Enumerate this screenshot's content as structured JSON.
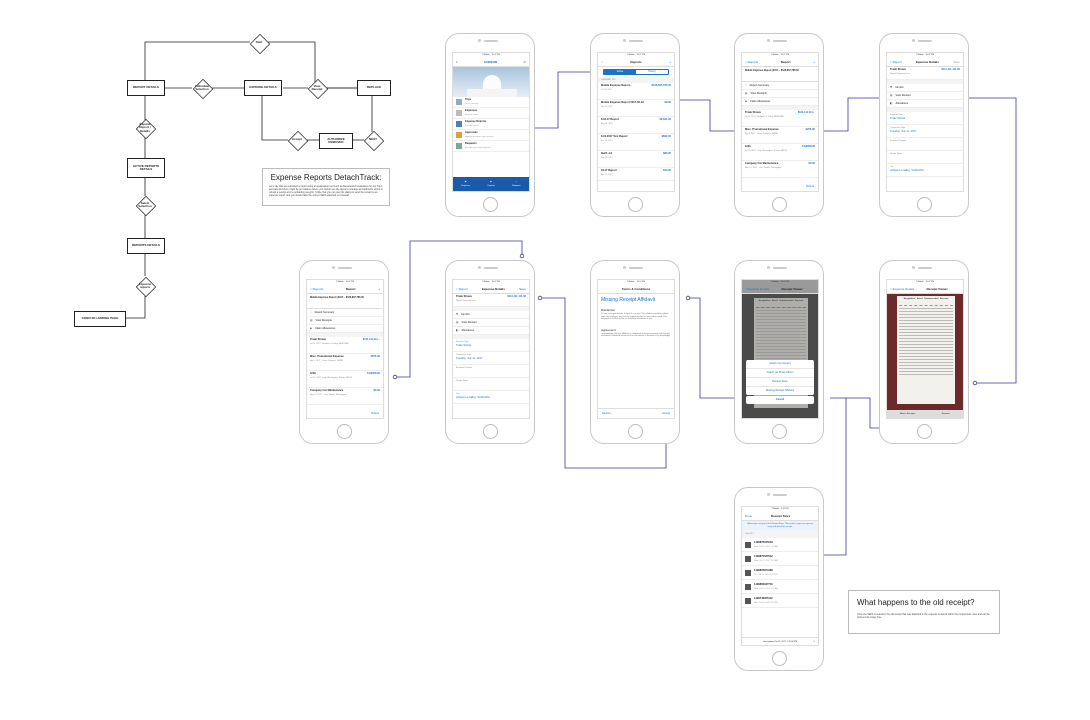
{
  "flowchart": {
    "nodes": {
      "start": "Start",
      "report_details": "REPORT DETAILS",
      "individual_selection": "Individual Selection",
      "expense_details": "EXPENSE DETAILS",
      "view_receipt": "View Receipt",
      "replace": "REPLACE",
      "accept": "Accept",
      "authorize_removed": "AUTHORIZE REMOVED",
      "next": "NEXT",
      "expand_report": "Expand Report / Details",
      "active_reports": "ACTIVE REPORTS DETAILS",
      "select_selection": "Select Selection",
      "reports_details": "REPORTS DETAILS",
      "expense_reports_q": "Expense reports",
      "concur_landing": "CONCUR LANDING PAGE"
    }
  },
  "note_main": {
    "title": "Expense Reports DetachTrack:",
    "body": "Let's say that we submitted a report using an automation tool such as Alexa/search assistance for our Trip's accruals and there might be an instance where you cannot see the Alexa to manage and authorize whom to upload a receipt and re-uploading receipts. I'd like that you can use this dialog to send the receipt to an expense report, and you should take the correct SEFA attached to it instead."
  },
  "note_old": {
    "title": "What happens to the old receipt?",
    "body": "Once the SEFA is selected, the old receipt that was attached to the expense is stored within the receipt store view and can be retrieved at a later time."
  },
  "status": {
    "carrier": "T-Mobile",
    "time": "10:07 PM",
    "time2": "4:32 PM"
  },
  "home": {
    "logo": "CONCUR",
    "items": [
      {
        "title": "Trips",
        "sub": "Plan a new trip"
      },
      {
        "title": "Expenses",
        "sub": "Expense items"
      },
      {
        "title": "Expense Reports",
        "sub": "5 active reports"
      },
      {
        "title": "Approvals",
        "sub": "Approve expense, trips, invoices"
      },
      {
        "title": "Requests",
        "sub": "Manage your travel requests"
      }
    ],
    "tabs": [
      "Expense",
      "Capture",
      "Request"
    ]
  },
  "reports": {
    "back": "<",
    "title": "Reports",
    "add": "+",
    "seg": [
      "Active",
      "History"
    ],
    "section": "UNSUBMITTED",
    "list": [
      {
        "name": "Mobile Expense Report...",
        "amount": "$126,837,785.00",
        "date": "Jul 20, 2017"
      },
      {
        "name": "Mobile Expense Report 2017-06-12",
        "amount": "$0.00",
        "date": "Jun 12, 2017"
      },
      {
        "name": "8.31.17 Report",
        "amount": "$2,831.00",
        "date": "Aug 31, 2017"
      },
      {
        "name": "6.16.2017 Test Report",
        "amount": "$862.00",
        "date": "Jun 16, 2017"
      },
      {
        "name": "Burfl..1.0",
        "amount": "$86.00",
        "date": "Jun 20, 2017"
      },
      {
        "name": "04.17 Report",
        "amount": "$43.00",
        "date": "Apr 17, 2017"
      }
    ]
  },
  "report": {
    "back": "Reports",
    "title": "Report",
    "add": "+",
    "header": "Mobile Expense Report (2017... $126,837,785.00",
    "actions": [
      "Report Summary",
      "View Receipts",
      "Claim Allowances"
    ],
    "expenses": [
      {
        "name": "Trade Shows",
        "amount": "$111,111,111...",
        "sub": "Jul 11, 2017 · Antiquo Lu Valley, SASCHRA"
      },
      {
        "name": "Misc. Promotional Expense",
        "amount": "€255.00",
        "sub": "Apr 3, 2017 · Viena, Fallsona, SPAIN"
      },
      {
        "name": "Gifts",
        "amount": "CA$508.00",
        "sub": "Jul 14, 2017 · Italy, Washington, Ruesta SINCE"
      },
      {
        "name": "Company Car Maintenance",
        "amount": "$0.00",
        "sub": "May 12, 2017 · Usa, Seattle, Washington"
      }
    ],
    "submit": "Submit"
  },
  "expense": {
    "back": "Report",
    "title": "Expense Details",
    "save": "Save",
    "name": "Trade Shows",
    "amount": "$111,111,111.00",
    "sub": "Report Summary Date",
    "actions": [
      "Itemize",
      "View Receipt",
      "Allocations"
    ],
    "fields": [
      {
        "label": "Expense Type",
        "value": "Trade Shows"
      },
      {
        "label": "Transaction Date",
        "value": "Tuesday, July 11, 2017"
      },
      {
        "label": "Business Purpose",
        "value": ""
      },
      {
        "label": "Vendor Name",
        "value": ""
      },
      {
        "label": "City",
        "value": "Antiquo La Valley, SASCHRA"
      }
    ]
  },
  "terms": {
    "top": "Terms & Conditions",
    "heading": "Missing Receipt Affidavit",
    "disclaimer_h": "Disclaimer",
    "disclaimer": "1) I am not requesting for a copy of a receipt. This affidavit should be added when the employee has lost the original receipt or it was not received. The employee is asserting that the following information is true.",
    "agreement_h": "Agreement",
    "agreement": "I acknowledge that this affidavit is a legitimate business expense and that any statements contained herein are true and correct to the best of my knowledge.",
    "decline": "Decline",
    "accept": "Accept"
  },
  "viewer": {
    "back": "Expense Details",
    "title": "Receipt Viewer",
    "receipt": "Bergdoktor Hotel Schweizerhof Giessen",
    "sheet": [
      "Attach via Camera",
      "Attach via Photo Album",
      "Receipt Store",
      "Missing Receipt Affidavit"
    ],
    "cancel": "Cancel",
    "bottom": [
      "Attach Receipts",
      "Remove"
    ]
  },
  "store": {
    "done": "Done",
    "title": "Receipt Store",
    "hint": "Upload your receipts to the Receipt Store. Then select a report or expense entry and attach the receipt.",
    "month": "July 2017",
    "items": [
      {
        "id": "1499876045218",
        "date": "Wed, Jul 12, 2017 7:45 AM"
      },
      {
        "id": "1499875037612",
        "date": "Wed, Jul 12, 2017 7:32 AM"
      },
      {
        "id": "1499822874468",
        "date": "Tue, Jul 11, 2017 6:27 PM"
      },
      {
        "id": "1499860947710",
        "date": "Wed, Jul 12, 2017 5:02 AM"
      },
      {
        "id": "1499746055112",
        "date": "Mon, Jul 10, 2017 9:20 PM"
      }
    ],
    "footer": "Last updated Jul 13, 2017, 1:35:34 PM"
  }
}
